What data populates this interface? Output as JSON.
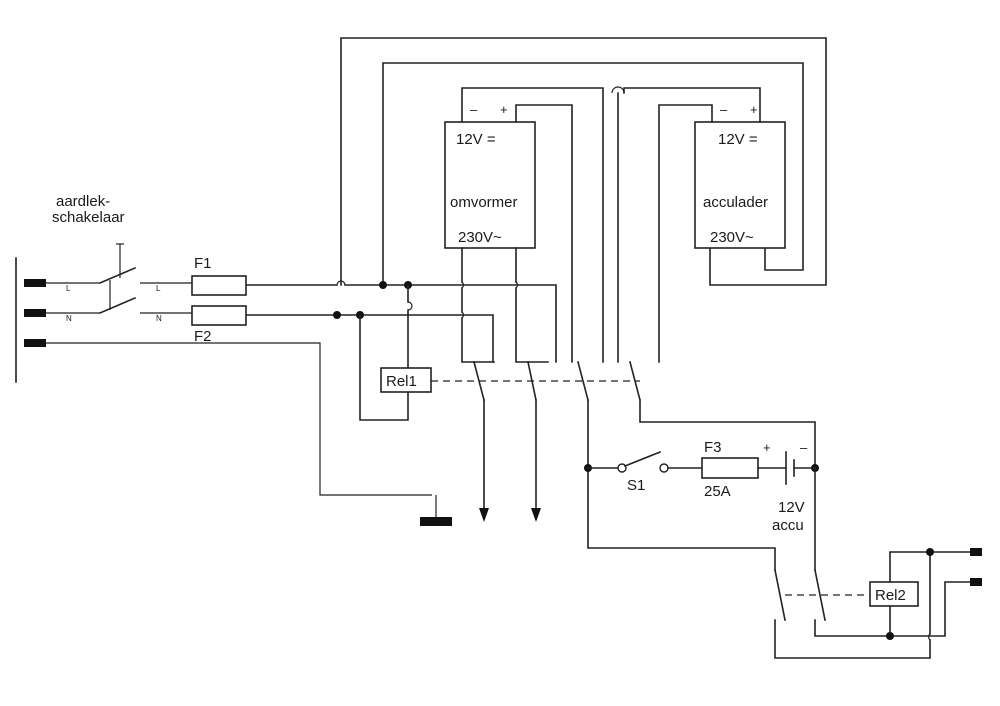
{
  "labels": {
    "earth_leakage_switch_line1": "aardlek-",
    "earth_leakage_switch_line2": "schakelaar",
    "fuse1": "F1",
    "fuse2": "F2",
    "fuse3": "F3",
    "fuse3_rating": "25A",
    "line_in": "L",
    "neutral_in": "N",
    "line_out": "L",
    "neutral_out": "N",
    "relay1": "Rel1",
    "relay2": "Rel2",
    "switch1": "S1",
    "battery_voltage": "12V",
    "battery_name": "accu",
    "plus": "+",
    "minus": "–"
  },
  "inverter": {
    "dc_label": "12V =",
    "name": "omvormer",
    "ac_label": "230V~",
    "minus": "–",
    "plus": "+"
  },
  "charger": {
    "dc_label": "12V =",
    "name": "acculader",
    "ac_label": "230V~",
    "minus": "–",
    "plus": "+"
  },
  "colors": {
    "ink": "#222222",
    "paper": "#ffffff"
  }
}
